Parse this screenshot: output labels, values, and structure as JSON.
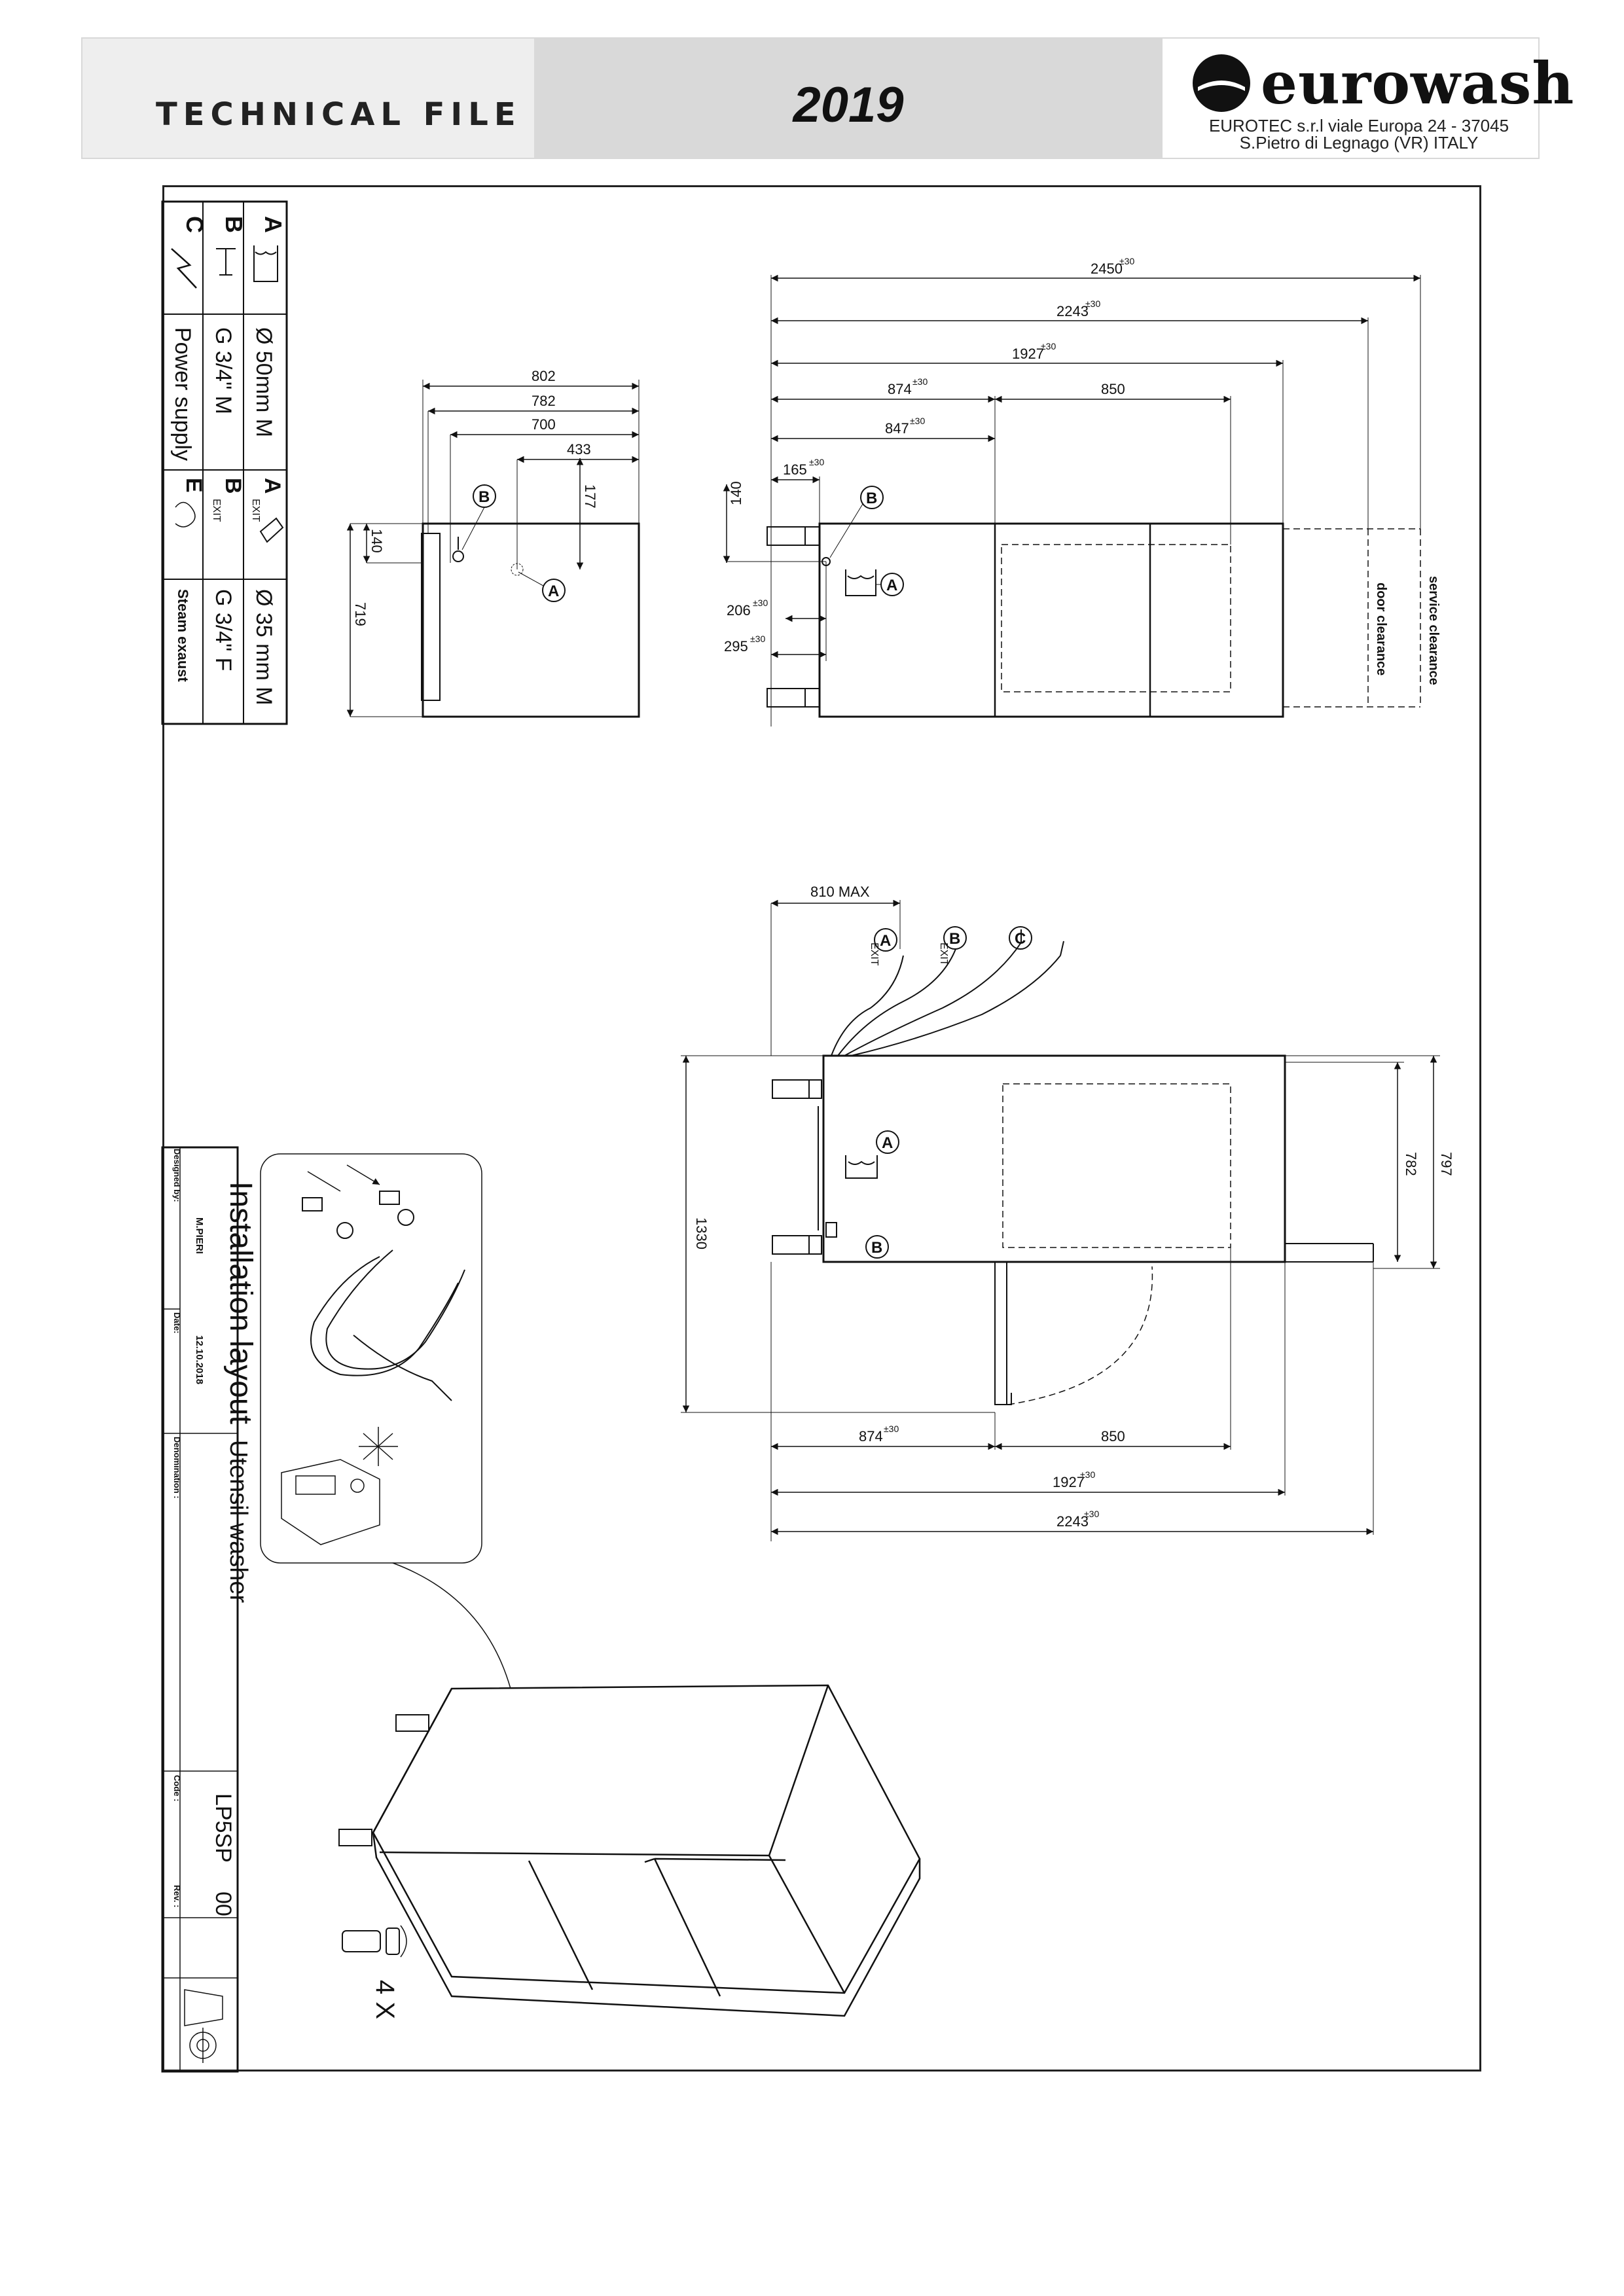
{
  "header": {
    "left_label": "TECHNICAL FILE",
    "year": "2019",
    "brand": "eurowash",
    "address_line1": "EUROTEC s.r.l viale Europa 24 - 37045",
    "address_line2": "S.Pietro di Legnago (VR) ITALY"
  },
  "connections": {
    "A_label": "A",
    "A_value": "Ø 50mm M",
    "B_label": "B",
    "B_value": "G 3/4\" M",
    "C_label": "C",
    "C_value": "Power supply",
    "A_exit_label": "A",
    "A_exit_sub": "EXIT",
    "A_exit_value": "Ø 35 mm M",
    "B_exit_label": "B",
    "B_exit_sub": "EXIT",
    "B_exit_value": "G 3/4\" F",
    "E_label": "E",
    "E_value": "Steam exaust"
  },
  "side_view": {
    "dim_802": "802",
    "dim_782": "782",
    "dim_700": "700",
    "dim_433": "433",
    "dim_177": "177",
    "dim_140": "140",
    "dim_719": "719",
    "marker_B": "B",
    "marker_A": "A"
  },
  "front_view": {
    "dim_2450": "2450",
    "dim_2243": "2243",
    "dim_1927": "1927",
    "dim_874": "874",
    "dim_850": "850",
    "dim_847": "847",
    "dim_165": "165",
    "dim_140": "140",
    "dim_206": "206",
    "dim_295": "295",
    "tol": "±30",
    "service_clearance": "service clearance",
    "door_clearance": "door clearance",
    "marker_A": "A",
    "marker_B": "B"
  },
  "top_view": {
    "dim_810": "810 MAX",
    "dim_1330": "1330",
    "dim_782": "782",
    "dim_797": "797",
    "dim_874": "874",
    "dim_850": "850",
    "dim_1927": "1927",
    "dim_2243": "2243",
    "tol": "±30",
    "marker_A": "A",
    "marker_B": "B",
    "marker_C": "C",
    "exit": "EXIT"
  },
  "title_block": {
    "title": "Installation layout",
    "denomination_value": "Utensil washer",
    "designed_by_label": "Designed by:",
    "designed_by": "M.PIERI",
    "date_label": "Date:",
    "date": "12.10.2018",
    "denomination_label": "Denomination :",
    "code_label": "Code :",
    "code": "LP5SP",
    "rev_label": "Rev. :",
    "rev": "00"
  },
  "iso_view": {
    "feet_count": "4 X"
  }
}
